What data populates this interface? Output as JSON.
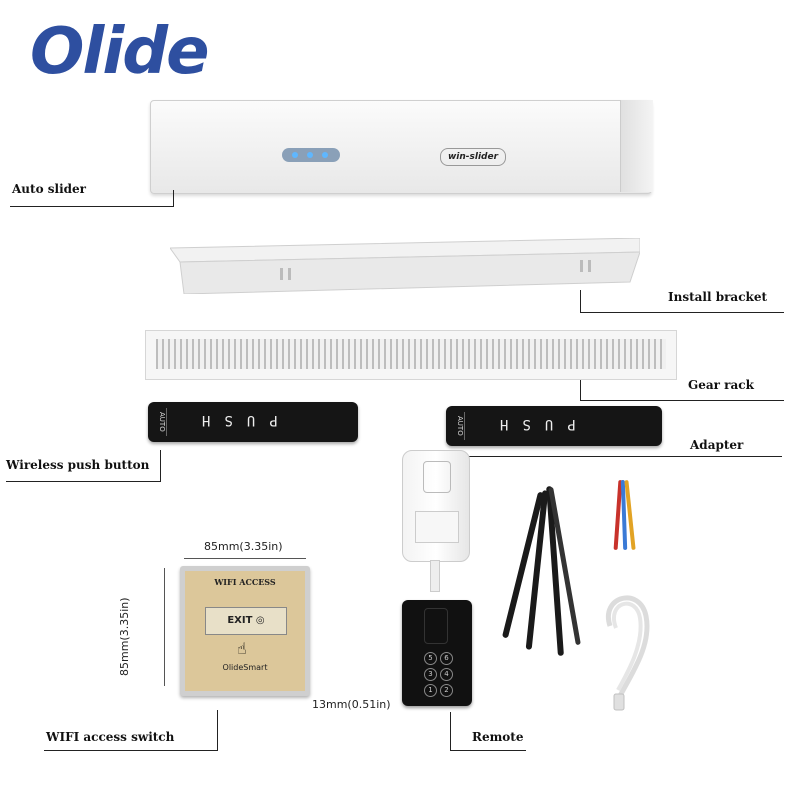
{
  "brand": {
    "logo_text": "Olide",
    "color": "#2e4fa0"
  },
  "auto_slider": {
    "label": "Auto slider",
    "product_text": "win-slider"
  },
  "install_bracket": {
    "label": "Install bracket"
  },
  "gear_rack": {
    "label": "Gear rack"
  },
  "push_buttons": {
    "label": "Wireless push button",
    "button_text": "PUSH",
    "side_text": "AUTO"
  },
  "adapter": {
    "label": "Adapter"
  },
  "wifi_switch": {
    "label": "WIFI access switch",
    "panel_title": "WIFI ACCESS",
    "button_text": "EXIT",
    "footer_text": "OlideSmart",
    "width_dim": "85mm(3.35in)",
    "height_dim": "85mm(3.35in)",
    "depth_dim": "13mm(0.51in)"
  },
  "remote": {
    "label": "Remote",
    "keys": [
      "5",
      "6",
      "3",
      "4",
      "1",
      "2"
    ]
  }
}
